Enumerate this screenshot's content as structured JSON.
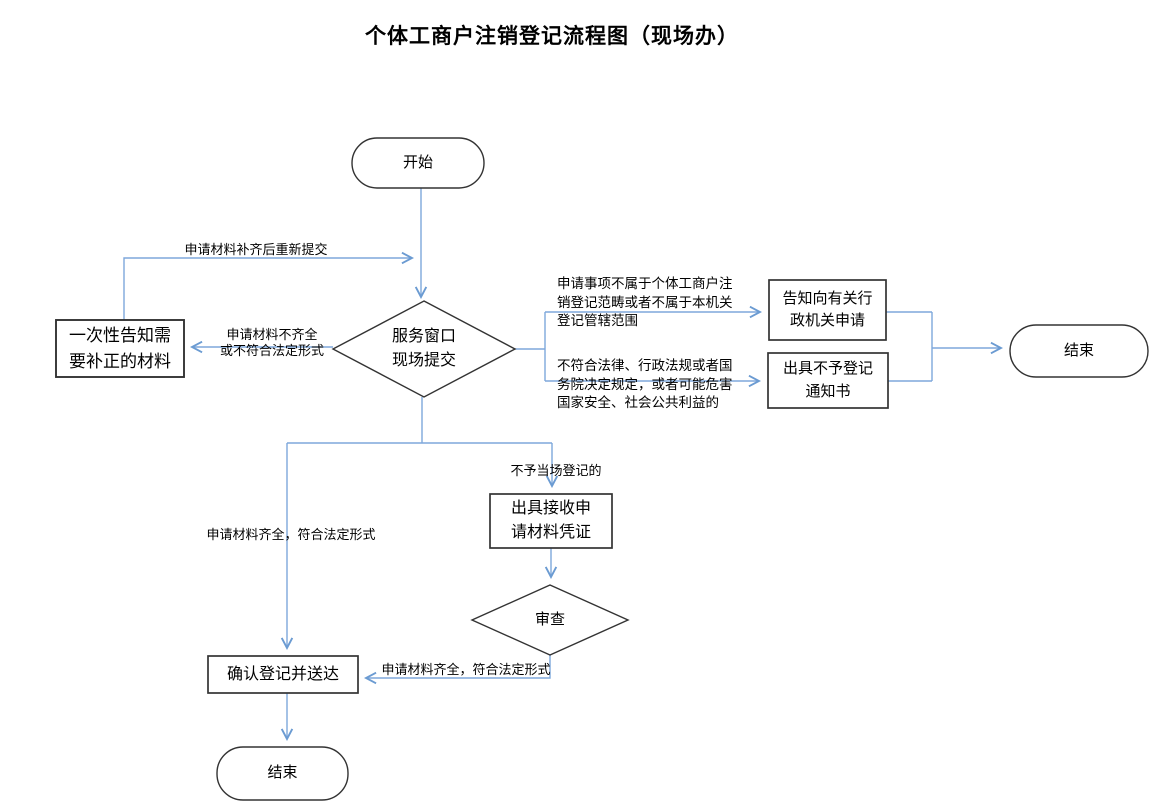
{
  "title": "个体工商户注销登记流程图（现场办）",
  "nodes": {
    "start": "开始",
    "submit_decision": "服务窗口\n现场提交",
    "notify_correction": "一次性告知需\n要补正的材料",
    "notify_authority": "告知向有关行\n政机关申请",
    "rejection_notice": "出具不予登记\n通知书",
    "end_right": "结束",
    "receipt": "出具接收申\n请材料凭证",
    "review": "审查",
    "confirm_delivery": "确认登记并送达",
    "end_bottom": "结束"
  },
  "edge_labels": {
    "resubmit": "申请材料补齐后重新提交",
    "incomplete": "申请材料不齐全\n或不符合法定形式",
    "not_in_scope": "申请事项不属于个体工商户注\n销登记范畴或者不属于本机关\n登记管辖范围",
    "illegal": "不符合法律、行政法规或者国\n务院决定规定，或者可能危害\n国家安全、社会公共利益的",
    "not_on_site": "不予当场登记的",
    "complete_left": "申请材料齐全，符合法定形式",
    "complete_review": "申请材料齐全，符合法定形式"
  },
  "colors": {
    "connector": "#7ea7dc",
    "arrowhead": "#6b9bd2",
    "shape_border": "#333333",
    "text": "#000000",
    "background": "#ffffff"
  }
}
